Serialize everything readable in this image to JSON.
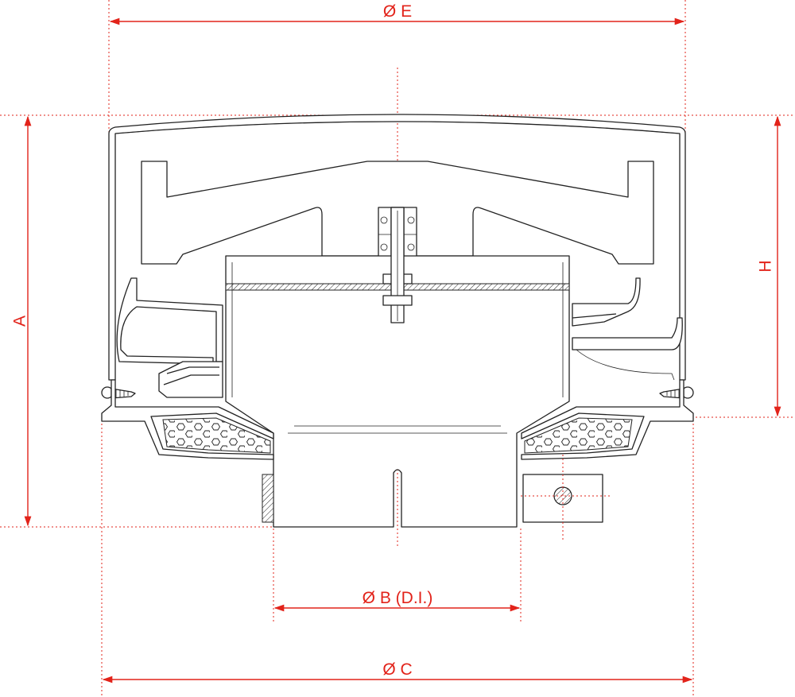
{
  "dimensions": {
    "e": "Ø E",
    "a": "A",
    "h": "H",
    "b": "Ø B (D.I.)",
    "c": "Ø C"
  },
  "colors": {
    "dimension": "#e2231a",
    "outline": "#222222"
  }
}
